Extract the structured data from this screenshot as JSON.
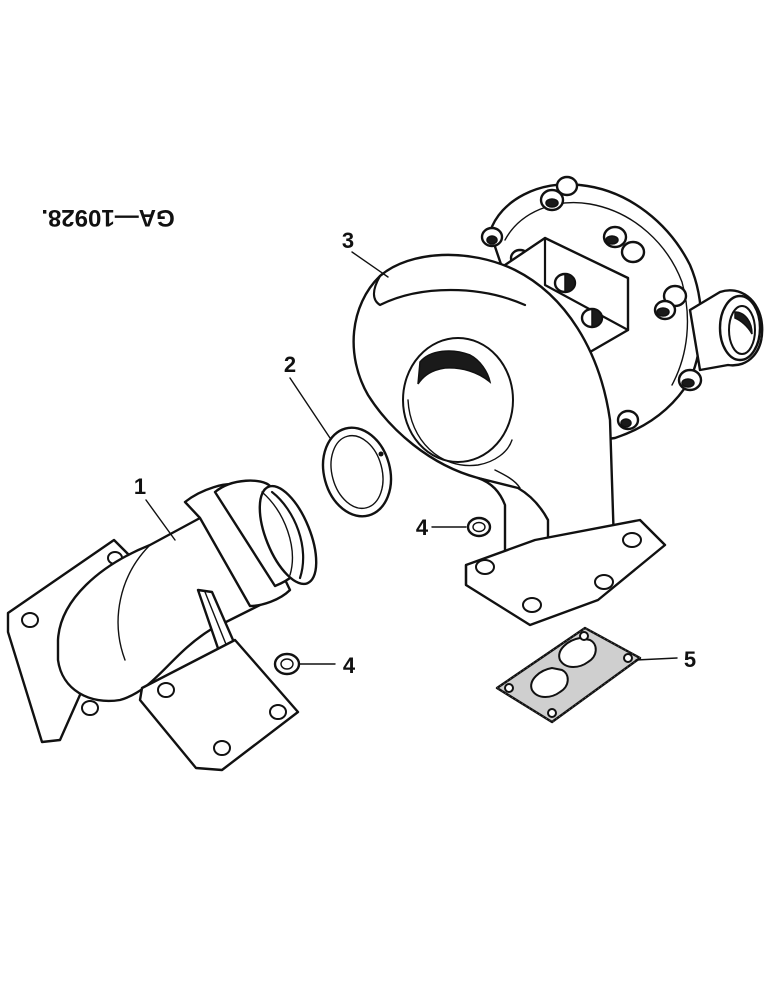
{
  "figure": {
    "id_label": "GA—10928."
  },
  "callouts": {
    "c1": "1",
    "c2": "2",
    "c3": "3",
    "c4a": "4",
    "c4b": "4",
    "c5": "5"
  },
  "parts": [
    {
      "ref": "1",
      "name": "elbow-pipe"
    },
    {
      "ref": "2",
      "name": "clamp-ring"
    },
    {
      "ref": "3",
      "name": "turbocharger"
    },
    {
      "ref": "4",
      "name": "o-ring"
    },
    {
      "ref": "5",
      "name": "gasket"
    }
  ]
}
